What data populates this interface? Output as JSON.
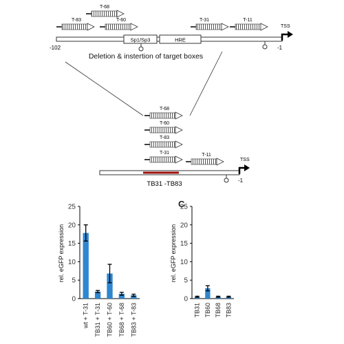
{
  "diagram": {
    "top_labels": {
      "t68": "T-68",
      "t83": "T-83",
      "t60": "T-60",
      "t31": "T-31",
      "t11": "T-11",
      "tss": "TSS",
      "box_sp": "Sp1/Sp3",
      "box_hre": "HRE",
      "pos_left": "-102",
      "pos_right": "-1"
    },
    "caption": "Deletion & instertion of target boxes",
    "bottom_labels": {
      "t68": "T-68",
      "t60": "T-60",
      "t83": "T-83",
      "t31": "T-31",
      "t11": "T-11",
      "tss": "TSS",
      "pos_right": "-1",
      "region": "TB31 -TB83"
    }
  },
  "colors": {
    "bar": "#2f86d0",
    "region_line": "#a01010",
    "line": "#000000"
  },
  "chart_data": [
    {
      "type": "bar",
      "categories": [
        "wt + T-31",
        "TB31 + T-31",
        "TB60 + T-60",
        "TB68 + T-68",
        "TB83 + T-83"
      ],
      "values": [
        17.8,
        1.9,
        6.8,
        1.3,
        0.9
      ],
      "errors": [
        2.2,
        0.3,
        2.5,
        0.4,
        0.3
      ],
      "ylabel": "rel. eGFP expression",
      "ylim": [
        0,
        25
      ],
      "yticks": [
        "0",
        "5",
        "10",
        "15",
        "20",
        "25"
      ],
      "grid": false
    },
    {
      "panel_label": "C",
      "type": "bar",
      "categories": [
        "TB31",
        "TB60",
        "TB68",
        "TB83"
      ],
      "values": [
        0.5,
        2.8,
        0.5,
        0.5
      ],
      "errors": [
        0.15,
        0.7,
        0.15,
        0.15
      ],
      "ylabel": "rel. eGFP expression",
      "ylim": [
        0,
        25
      ],
      "yticks": [
        "0",
        "5",
        "10",
        "15",
        "20",
        "25"
      ],
      "grid": false
    }
  ]
}
